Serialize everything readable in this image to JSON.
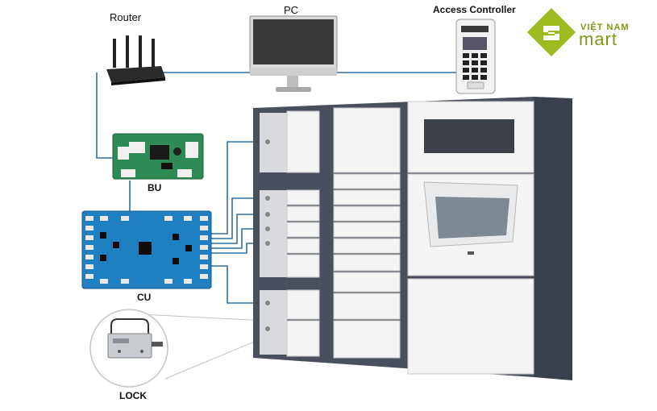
{
  "labels": {
    "router": "Router",
    "pc": "PC",
    "access_controller": "Access Controller",
    "bu": "BU",
    "cu": "CU",
    "lock": "LOCK"
  },
  "logo": {
    "line1": "VIỆT NAM",
    "line2": "mart",
    "color": "#9bbb1f"
  },
  "colors": {
    "connector": "#2f6f9f",
    "board_green": "#2e8b57",
    "board_blue": "#1f7fc0",
    "cabinet_frame": "#4a4f5e",
    "door": "#f4f4f4"
  }
}
